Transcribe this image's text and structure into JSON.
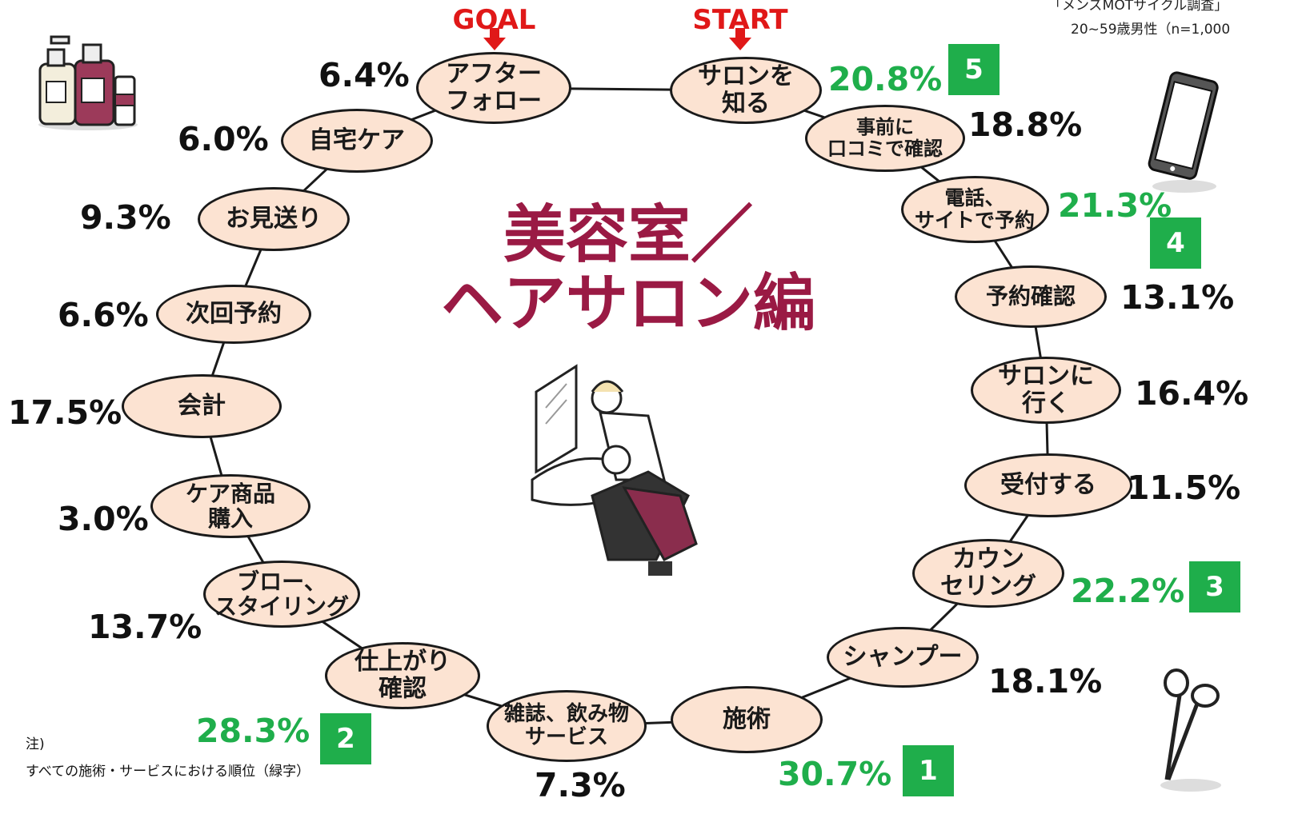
{
  "markers": {
    "goal": "GOAL",
    "start": "START"
  },
  "title": "美容室／\nヘアサロン編",
  "source": {
    "line1": "「メンズMOTサイクル調査」",
    "line2": "20~59歳男性（n=1,000"
  },
  "note": {
    "label": "注)",
    "text": "すべての施術・サービスにおける順位（緑字）"
  },
  "colors": {
    "node_fill": "#fce3d2",
    "title": "#9a1a44",
    "rank_green": "#1fae4b",
    "marker_red": "#e01818"
  },
  "steps": [
    {
      "label": "サロンを\n知る",
      "value": "20.8%",
      "rank": "5",
      "highlight": true
    },
    {
      "label": "事前に\n口コミで確認",
      "value": "18.8%",
      "rank": "",
      "highlight": false
    },
    {
      "label": "電話、\nサイトで予約",
      "value": "21.3%",
      "rank": "4",
      "highlight": true
    },
    {
      "label": "予約確認",
      "value": "13.1%",
      "rank": "",
      "highlight": false
    },
    {
      "label": "サロンに\n行く",
      "value": "16.4%",
      "rank": "",
      "highlight": false
    },
    {
      "label": "受付する",
      "value": "11.5%",
      "rank": "",
      "highlight": false
    },
    {
      "label": "カウン\nセリング",
      "value": "22.2%",
      "rank": "3",
      "highlight": true
    },
    {
      "label": "シャンプー",
      "value": "18.1%",
      "rank": "",
      "highlight": false
    },
    {
      "label": "施術",
      "value": "30.7%",
      "rank": "1",
      "highlight": true
    },
    {
      "label": "雑誌、飲み物\nサービス",
      "value": "7.3%",
      "rank": "",
      "highlight": false
    },
    {
      "label": "仕上がり\n確認",
      "value": "28.3%",
      "rank": "2",
      "highlight": true
    },
    {
      "label": "ブロー、\nスタイリング",
      "value": "13.7%",
      "rank": "",
      "highlight": false
    },
    {
      "label": "ケア商品\n購入",
      "value": "3.0%",
      "rank": "",
      "highlight": false
    },
    {
      "label": "会計",
      "value": "17.5%",
      "rank": "",
      "highlight": false
    },
    {
      "label": "次回予約",
      "value": "6.6%",
      "rank": "",
      "highlight": false
    },
    {
      "label": "お見送り",
      "value": "9.3%",
      "rank": "",
      "highlight": false
    },
    {
      "label": "自宅ケア",
      "value": "6.0%",
      "rank": "",
      "highlight": false
    },
    {
      "label": "アフター\nフォロー",
      "value": "6.4%",
      "rank": "",
      "highlight": false
    }
  ]
}
